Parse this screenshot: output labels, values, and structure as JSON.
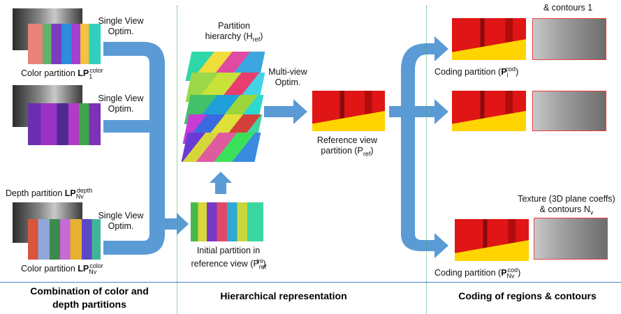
{
  "sections": {
    "left": [
      "Combination of color and",
      "depth partitions"
    ],
    "middle": "Hierarchical representation",
    "right": "Coding of regions & contours"
  },
  "left": {
    "single_view_1": [
      "Single View",
      "Optim."
    ],
    "single_view_2": [
      "Single View",
      "Optim."
    ],
    "single_view_3": [
      "Single View",
      "Optim."
    ],
    "color_partition_1": {
      "text": "Color partition ",
      "bold": "LP",
      "sup": "color",
      "sub": "1"
    },
    "depth_partition": {
      "text": "Depth partition ",
      "bold": "LP",
      "sup": "depth",
      "sub": "Nv"
    },
    "color_partition_nv": {
      "text": "Color partition ",
      "bold": "LP",
      "sup": "color",
      "sub": "Nv"
    }
  },
  "middle": {
    "hierarchy": {
      "line1": "Partition",
      "line2": "hierarchy (H",
      "sub": "ref",
      "close": ")"
    },
    "multiview": [
      "Multi-view",
      "Optim."
    ],
    "reference": {
      "line1": "Reference view",
      "line2": "partition (P",
      "sub": "ref",
      "close": ")"
    },
    "initial": {
      "line1": "Initial partition in",
      "line2": "reference view (P",
      "sup": "ini",
      "sub": "ref",
      "close": ")"
    }
  },
  "right": {
    "top_caption": "& contours 1",
    "coding_1": {
      "text": "Coding partition (",
      "bold": "P",
      "sup": "cod",
      "sub": "i",
      "close": ")"
    },
    "texture": [
      "Texture (3D plane coeffs)",
      "& contours N"
    ],
    "texture_sub": "v",
    "coding_nv": {
      "text": "Coding partition (",
      "bold": "P",
      "sup": "cod",
      "sub": "Nv",
      "close": ")"
    }
  }
}
